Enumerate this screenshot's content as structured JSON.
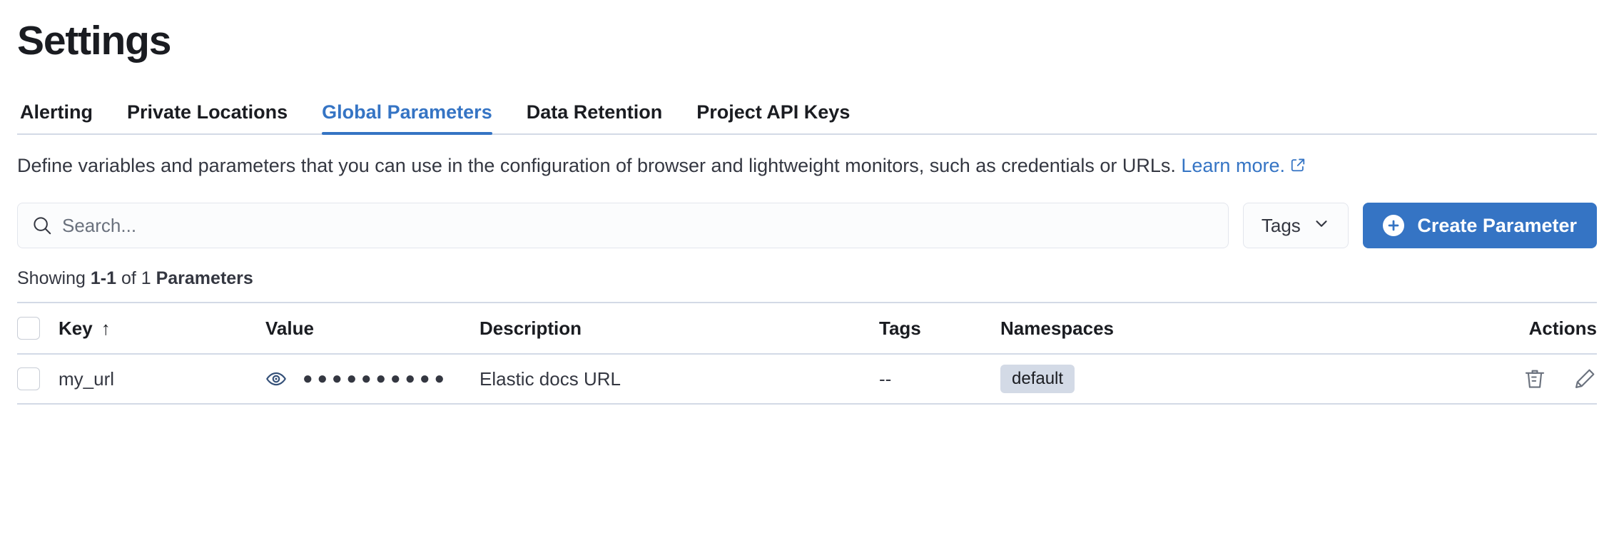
{
  "header": {
    "title": "Settings"
  },
  "tabs": [
    {
      "label": "Alerting",
      "active": false
    },
    {
      "label": "Private Locations",
      "active": false
    },
    {
      "label": "Global Parameters",
      "active": true
    },
    {
      "label": "Data Retention",
      "active": false
    },
    {
      "label": "Project API Keys",
      "active": false
    }
  ],
  "description": {
    "text": "Define variables and parameters that you can use in the configuration of browser and lightweight monitors, such as credentials or URLs.",
    "link_label": "Learn more.",
    "link_icon": "external-link-icon"
  },
  "controls": {
    "search_placeholder": "Search...",
    "search_value": "",
    "search_icon": "search-icon",
    "tags_label": "Tags",
    "tags_icon": "chevron-down-icon",
    "create_label": "Create Parameter",
    "create_icon": "plus-in-circle-icon"
  },
  "results": {
    "prefix": "Showing ",
    "range": "1-1",
    "middle": " of 1 ",
    "noun": "Parameters"
  },
  "table": {
    "columns": [
      {
        "label": "Key",
        "sort": "↑"
      },
      {
        "label": "Value"
      },
      {
        "label": "Description"
      },
      {
        "label": "Tags"
      },
      {
        "label": "Namespaces"
      },
      {
        "label": "Actions"
      }
    ],
    "rows": [
      {
        "key": "my_url",
        "value_masked": "●●●●●●●●●●",
        "value_toggle_icon": "eye-icon",
        "description": "Elastic docs URL",
        "tags": "--",
        "namespace": "default",
        "action_delete_icon": "trash-icon",
        "action_edit_icon": "pencil-icon"
      }
    ]
  },
  "colors": {
    "accent": "#3574c4",
    "text": "#343741",
    "heading": "#1a1c21",
    "border": "#d3dae6",
    "badge_bg": "#d3dae6",
    "field_bg": "#fbfcfd"
  }
}
